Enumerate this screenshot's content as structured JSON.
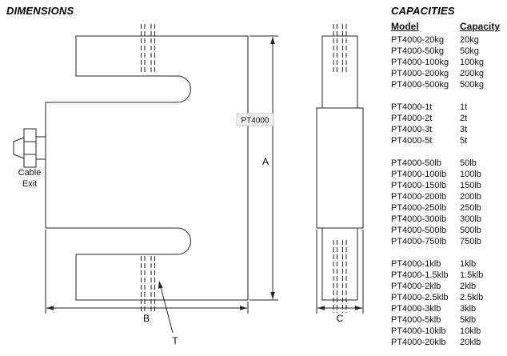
{
  "page": {
    "dimensions_heading": "DIMENSIONS",
    "capacities_heading": "CAPACITIES"
  },
  "colors": {
    "line": "#222222",
    "watermark_bg": "#efefef",
    "watermark_border": "#c8c8c8",
    "watermark_text": "#9a9a9a"
  },
  "drawing": {
    "dim_a": "A",
    "dim_b": "B",
    "dim_c": "C",
    "dim_t": "T",
    "cable_exit_line1": "Cable",
    "cable_exit_line2": "Exit",
    "watermark": "PT4000"
  },
  "capacities": {
    "model_header": "Model",
    "capacity_header": "Capacity",
    "groups": [
      {
        "rows": [
          {
            "model": "PT4000-20kg",
            "capacity": "20kg"
          },
          {
            "model": "PT4000-50kg",
            "capacity": "50kg"
          },
          {
            "model": "PT4000-100kg",
            "capacity": "100kg"
          },
          {
            "model": "PT4000-200kg",
            "capacity": "200kg"
          },
          {
            "model": "PT4000-500kg",
            "capacity": "500kg"
          }
        ]
      },
      {
        "rows": [
          {
            "model": "PT4000-1t",
            "capacity": "1t"
          },
          {
            "model": "PT4000-2t",
            "capacity": "2t"
          },
          {
            "model": "PT4000-3t",
            "capacity": "3t"
          },
          {
            "model": "PT4000-5t",
            "capacity": "5t"
          }
        ]
      },
      {
        "rows": [
          {
            "model": "PT4000-50lb",
            "capacity": "50lb"
          },
          {
            "model": "PT4000-100lb",
            "capacity": "100lb"
          },
          {
            "model": "PT4000-150lb",
            "capacity": "150lb"
          },
          {
            "model": "PT4000-200lb",
            "capacity": "200lb"
          },
          {
            "model": "PT4000-250lb",
            "capacity": "250lb"
          },
          {
            "model": "PT4000-300lb",
            "capacity": "300lb"
          },
          {
            "model": "PT4000-500lb",
            "capacity": "500lb"
          },
          {
            "model": "PT4000-750lb",
            "capacity": "750lb"
          }
        ]
      },
      {
        "rows": [
          {
            "model": "PT4000-1klb",
            "capacity": "1klb"
          },
          {
            "model": "PT4000-1.5klb",
            "capacity": "1.5klb"
          },
          {
            "model": "PT4000-2klb",
            "capacity": "2klb"
          },
          {
            "model": "PT4000-2.5klb",
            "capacity": "2.5klb"
          },
          {
            "model": "PT4000-3klb",
            "capacity": "3klb"
          },
          {
            "model": "PT4000-5klb",
            "capacity": "5klb"
          },
          {
            "model": "PT4000-10klb",
            "capacity": "10klb"
          },
          {
            "model": "PT4000-20klb",
            "capacity": "20klb"
          }
        ]
      }
    ]
  }
}
